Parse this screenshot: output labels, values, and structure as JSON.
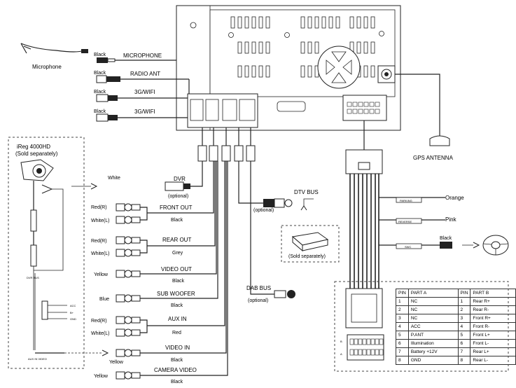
{
  "labels": {
    "microphone_caption": "Microphone",
    "microphone": "MICROPHONE",
    "radio_ant": "RADIO ANT",
    "wifi1": "3G/WIFI",
    "wifi2": "3G/WIFI",
    "gps_antenna": "GPS ANTENNA",
    "ireg_title": "iReg 4000HD",
    "ireg_sub": "(Sold separately)",
    "dvr": "DVR",
    "dvr_optional": "(optional)",
    "front_out": "FRONT OUT",
    "rear_out": "REAR OUT",
    "video_out": "VIDEO OUT",
    "sub_woofer": "SUB WOOFER",
    "aux_in": "AUX IN",
    "video_in": "VIDEO IN",
    "camera_video": "CAMERA VIDEO",
    "dtv_bus": "DTV BUS",
    "dtv_optional": "(optional)",
    "dtv_sold": "(Sold separately)",
    "dab_bus": "DAB BUS",
    "dab_optional": "(optional)",
    "parking": "PARKING",
    "reverse": "REVERSE",
    "swc": "SWC",
    "orange": "Orange",
    "pink": "Pink",
    "black_swc": "Black",
    "dvr_bus_small": "DVR BUS",
    "aux_in_video_small": "AUX IN VIDEO",
    "acc_small": "ACC",
    "bplus_small": "B+",
    "gnd_small": "GND",
    "conn_b": "B",
    "conn_a": "A"
  },
  "wire_colors": {
    "mic_black": "Black",
    "radio_black": "Black",
    "wifi1_black": "Black",
    "wifi2_black": "Black",
    "dvr_white": "White",
    "front_r": "Red(R)",
    "front_l": "White(L)",
    "front_wire": "Black",
    "rear_r": "Red(R)",
    "rear_l": "White(L)",
    "rear_wire": "Grey",
    "videoout_yellow": "Yellow",
    "videoout_wire": "Black",
    "sub_blue": "Blue",
    "sub_wire": "Black",
    "aux_r": "Red(R)",
    "aux_l": "White(L)",
    "aux_wire": "Red",
    "videoin_yellow": "Yellow",
    "videoin_wire": "Black",
    "cam_yellow": "Yellow",
    "cam_wire": "Black"
  },
  "pin_table": {
    "headers": [
      "PIN",
      "PART A",
      "PIN",
      "PART B"
    ],
    "rows": [
      [
        "1",
        "NC",
        "1",
        "Rear R+"
      ],
      [
        "2",
        "NC",
        "2",
        "Rear R-"
      ],
      [
        "3",
        "NC",
        "3",
        "Front R+"
      ],
      [
        "4",
        "ACC",
        "4",
        "Front R-"
      ],
      [
        "5",
        "P.ANT",
        "5",
        "Front L+"
      ],
      [
        "6",
        "Illumination",
        "6",
        "Front L-"
      ],
      [
        "7",
        "Battery +12V",
        "7",
        "Rear L+"
      ],
      [
        "8",
        "GND",
        "8",
        "Rear L-"
      ]
    ]
  }
}
